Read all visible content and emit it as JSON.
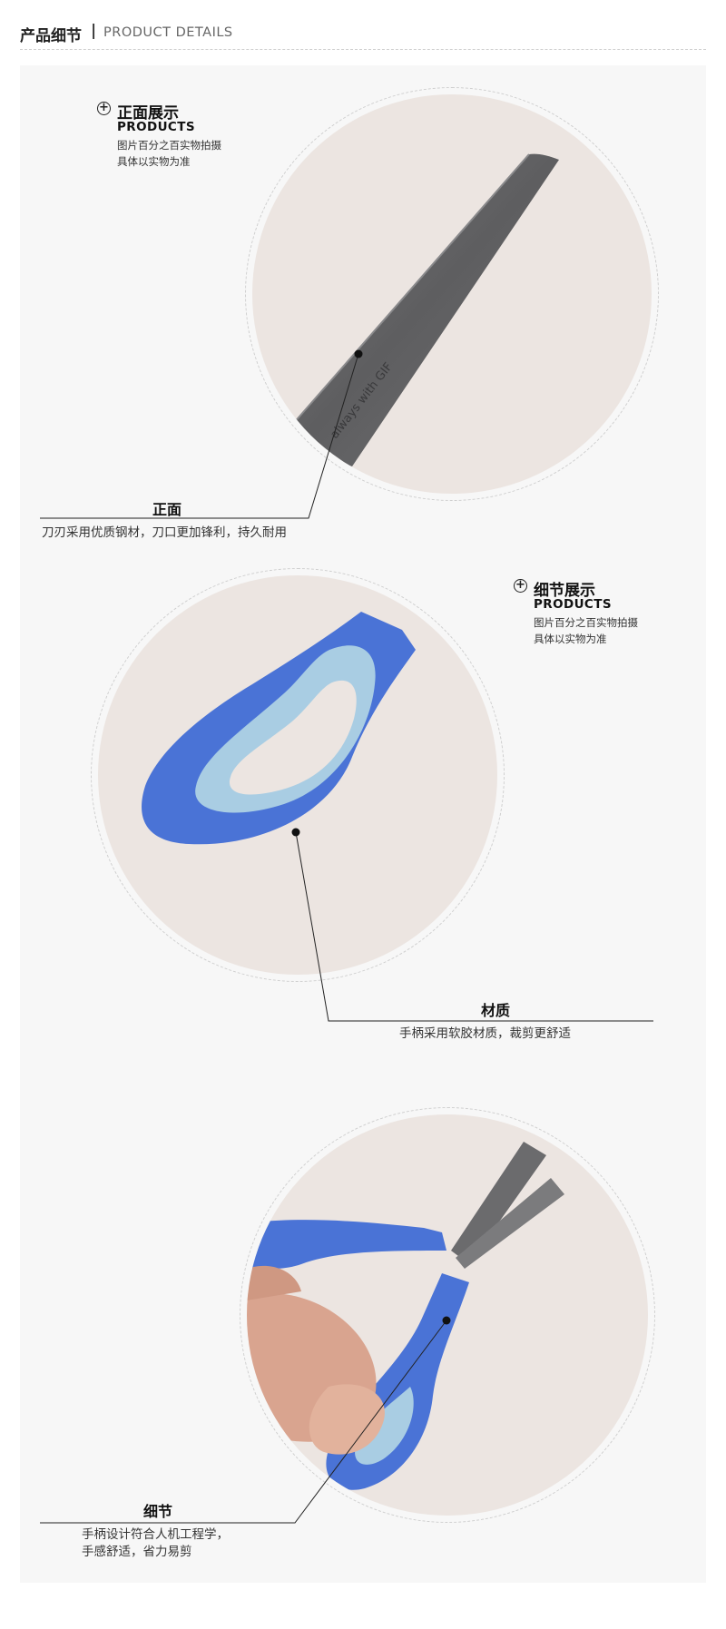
{
  "header": {
    "title_cn": "产品细节",
    "separator": "|",
    "title_en": "PRODUCT DETAILS"
  },
  "section1": {
    "tag": {
      "title": "正面展示",
      "subtitle": "PRODUCTS",
      "note_line1": "图片百分之百实物拍摄",
      "note_line2": "具体以实物为准"
    },
    "blade_engraving": "always with GIF",
    "callout_title": "正面",
    "callout_text": "刀刃采用优质钢材，刀口更加锋利，持久耐用"
  },
  "section2": {
    "tag": {
      "title": "细节展示",
      "subtitle": "PRODUCTS",
      "note_line1": "图片百分之百实物拍摄",
      "note_line2": "具体以实物为准"
    },
    "callout_title": "材质",
    "callout_text": "手柄采用软胶材质，裁剪更舒适"
  },
  "section3": {
    "callout_title": "细节",
    "callout_text_line1": "手柄设计符合人机工程学，",
    "callout_text_line2": "手感舒适，省力易剪"
  },
  "colors": {
    "panel_bg": "#f7f7f7",
    "circle_bg": "#ece5e1",
    "handle_blue": "#4a73d6",
    "handle_light": "#a9cde3",
    "blade_gray": "#6b6b6d"
  }
}
